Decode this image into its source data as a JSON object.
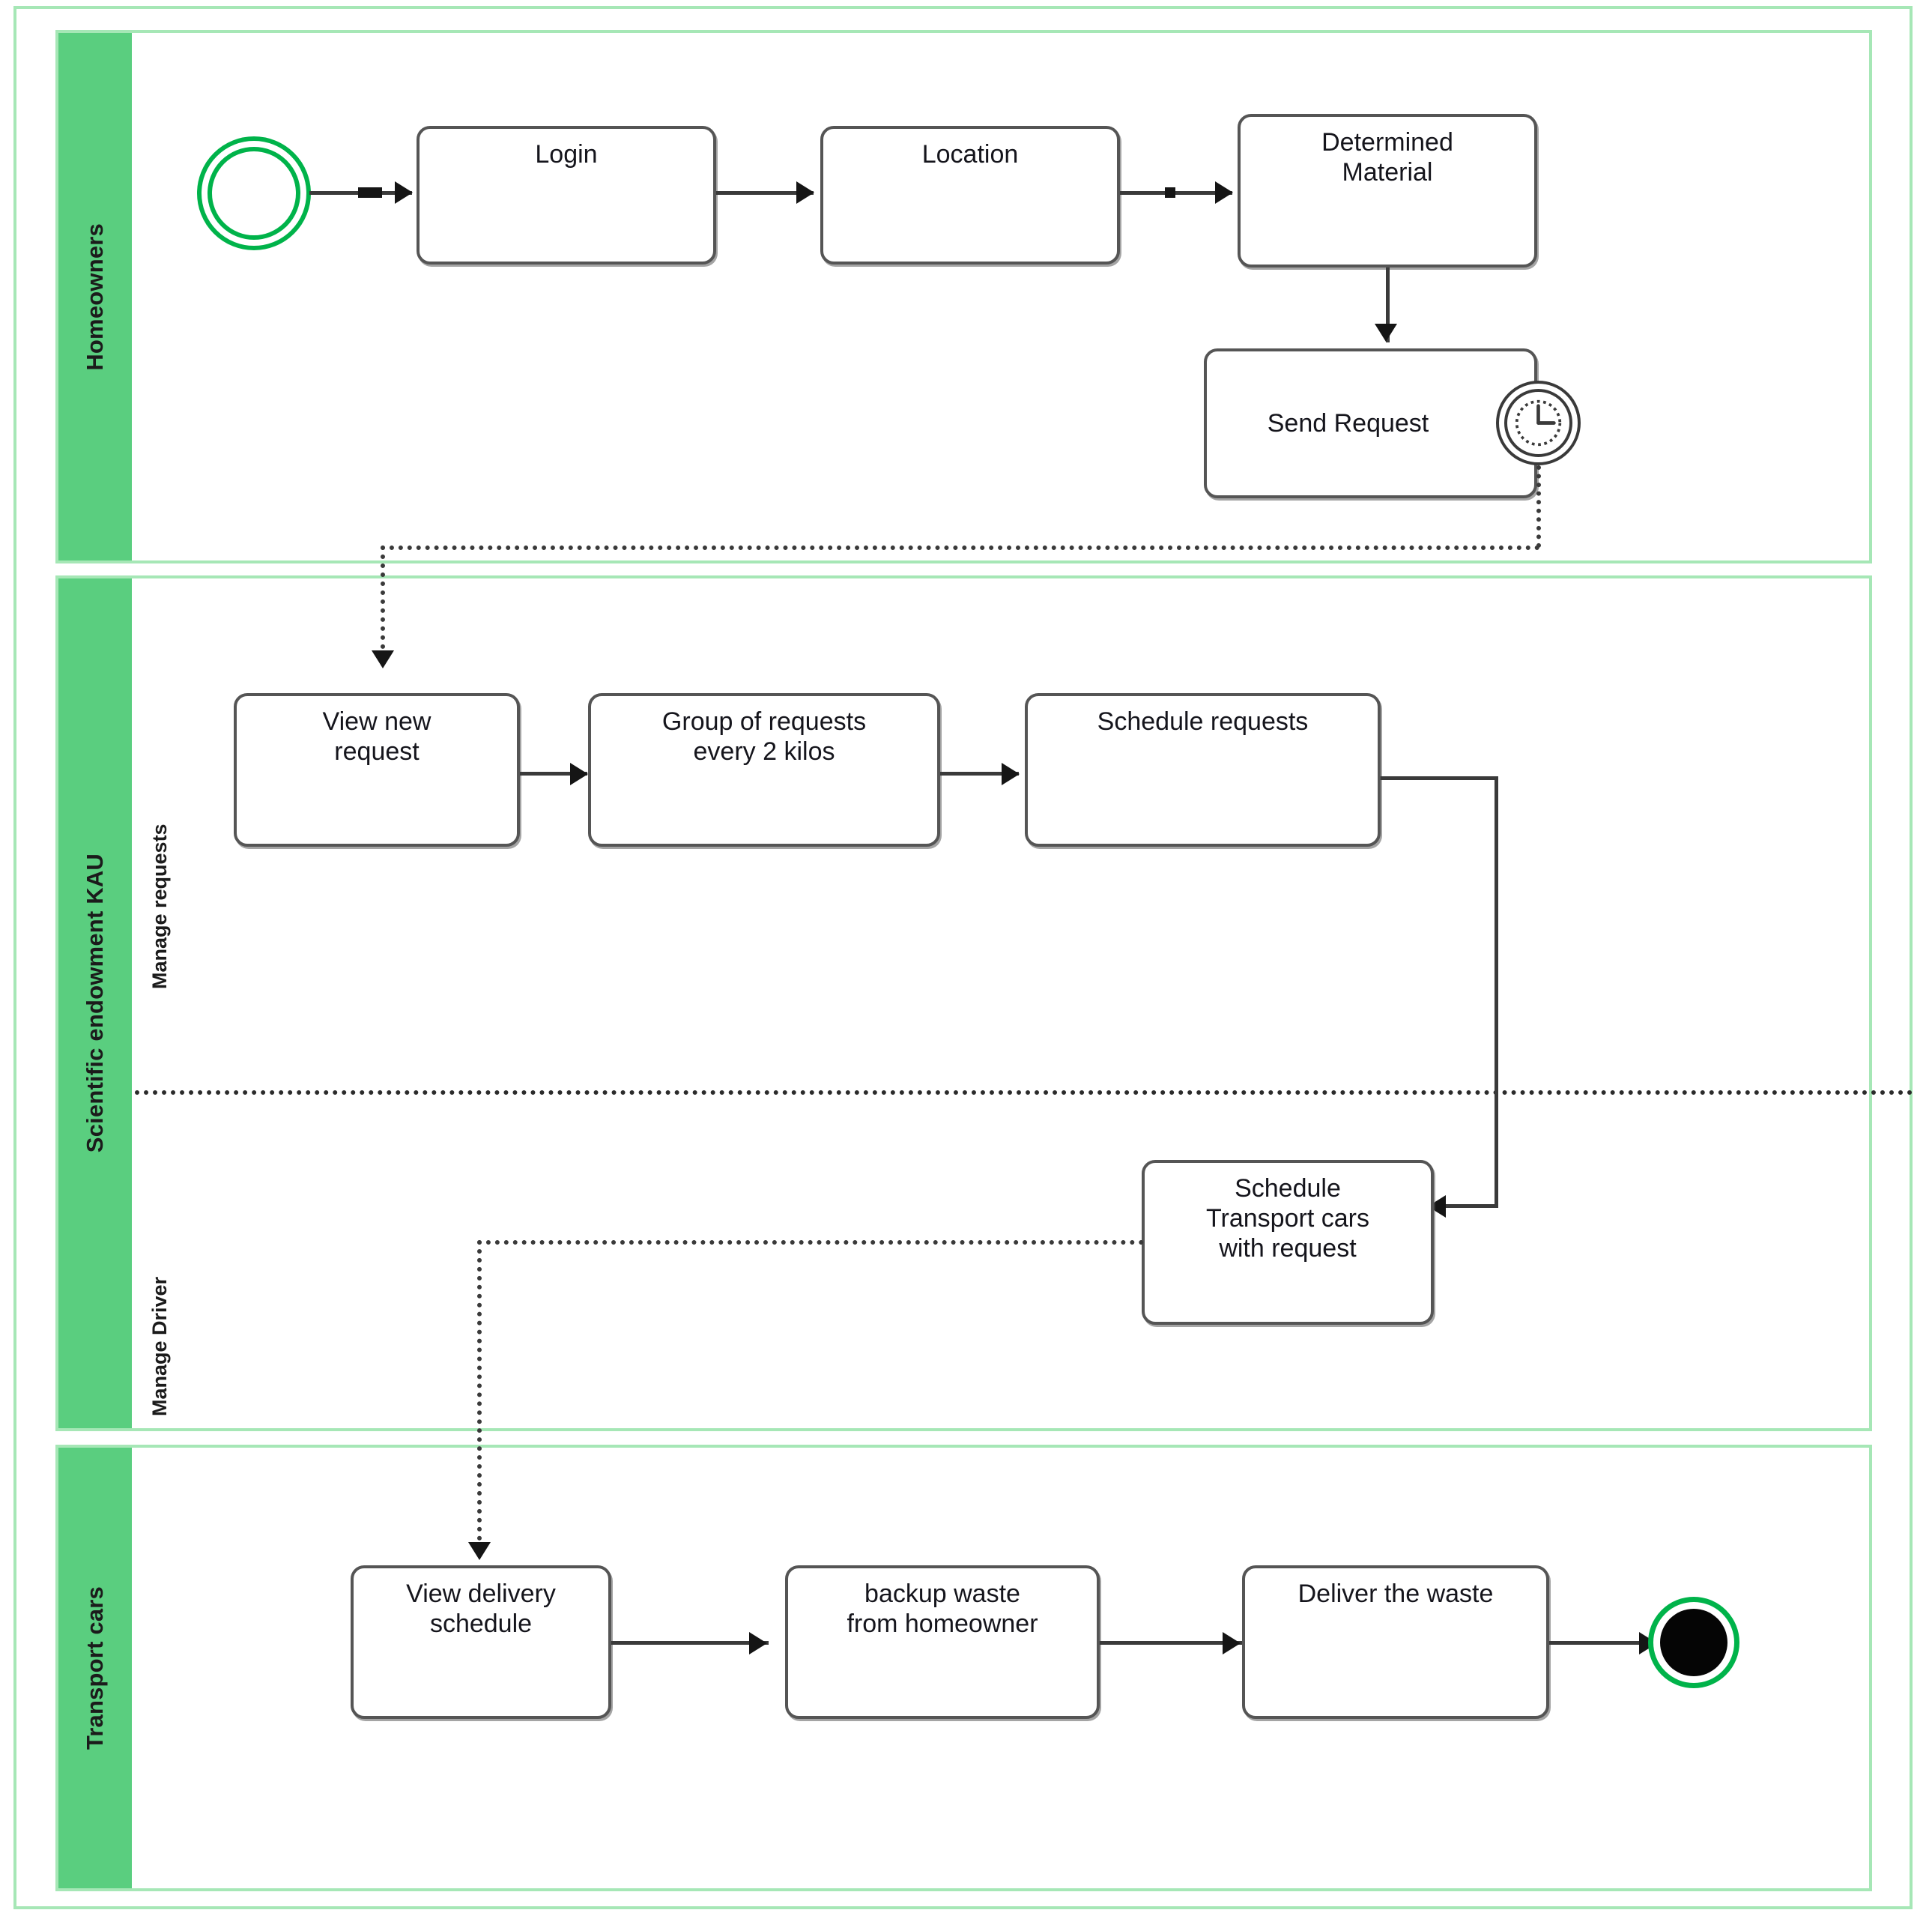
{
  "diagram": {
    "title": "Waste collection BPMN collaboration diagram",
    "type": "bpmn-pool-lane-flowchart",
    "colors": {
      "pool_header": "#5ace7f",
      "pool_border": "#a6e7b6",
      "event_green": "#00b34a",
      "task_border": "#555555",
      "connector": "#3a3a3a",
      "end_event_fill": "#050505"
    }
  },
  "pools": [
    {
      "id": "homeowners",
      "label": "Homeowners",
      "lanes": []
    },
    {
      "id": "kau",
      "label": "Scientific endowment KAU",
      "lanes": [
        {
          "id": "manage-requests",
          "label": "Manage requests"
        },
        {
          "id": "manage-driver",
          "label": "Manage Driver"
        }
      ]
    },
    {
      "id": "transport-cars",
      "label": "Transport cars",
      "lanes": []
    }
  ],
  "events": {
    "start": {
      "id": "start-event",
      "label": "",
      "type": "start"
    },
    "end": {
      "id": "end-event",
      "label": "",
      "type": "end"
    },
    "timer": {
      "id": "timer-boundary-event",
      "label": "",
      "type": "timer-boundary"
    }
  },
  "tasks": [
    {
      "id": "login",
      "pool": "homeowners",
      "label": "Login"
    },
    {
      "id": "location",
      "pool": "homeowners",
      "label": "Location"
    },
    {
      "id": "determined-material",
      "pool": "homeowners",
      "label": "Determined\nMaterial"
    },
    {
      "id": "send-request",
      "pool": "homeowners",
      "label": "Send Request"
    },
    {
      "id": "view-new-request",
      "pool": "manage-requests",
      "label": "View new\nrequest"
    },
    {
      "id": "group-requests",
      "pool": "manage-requests",
      "label": "Group of requests\nevery 2 kilos"
    },
    {
      "id": "schedule-requests",
      "pool": "manage-requests",
      "label": "Schedule requests"
    },
    {
      "id": "schedule-transport",
      "pool": "manage-driver",
      "label": "Schedule\nTransport cars\nwith request"
    },
    {
      "id": "view-delivery",
      "pool": "transport-cars",
      "label": "View delivery\nschedule"
    },
    {
      "id": "backup-waste",
      "pool": "transport-cars",
      "label": "backup waste\nfrom homeowner"
    },
    {
      "id": "deliver-waste",
      "pool": "transport-cars",
      "label": "Deliver the waste"
    }
  ],
  "flows": [
    {
      "from": "start-event",
      "to": "login",
      "kind": "sequence"
    },
    {
      "from": "login",
      "to": "location",
      "kind": "sequence"
    },
    {
      "from": "location",
      "to": "determined-material",
      "kind": "sequence"
    },
    {
      "from": "determined-material",
      "to": "send-request",
      "kind": "sequence"
    },
    {
      "from": "timer-boundary-event",
      "to": "view-new-request",
      "kind": "message"
    },
    {
      "from": "view-new-request",
      "to": "group-requests",
      "kind": "sequence"
    },
    {
      "from": "group-requests",
      "to": "schedule-requests",
      "kind": "sequence"
    },
    {
      "from": "schedule-requests",
      "to": "schedule-transport",
      "kind": "sequence"
    },
    {
      "from": "schedule-transport",
      "to": "view-delivery",
      "kind": "message"
    },
    {
      "from": "view-delivery",
      "to": "backup-waste",
      "kind": "sequence"
    },
    {
      "from": "backup-waste",
      "to": "deliver-waste",
      "kind": "sequence"
    },
    {
      "from": "deliver-waste",
      "to": "end-event",
      "kind": "sequence"
    }
  ]
}
